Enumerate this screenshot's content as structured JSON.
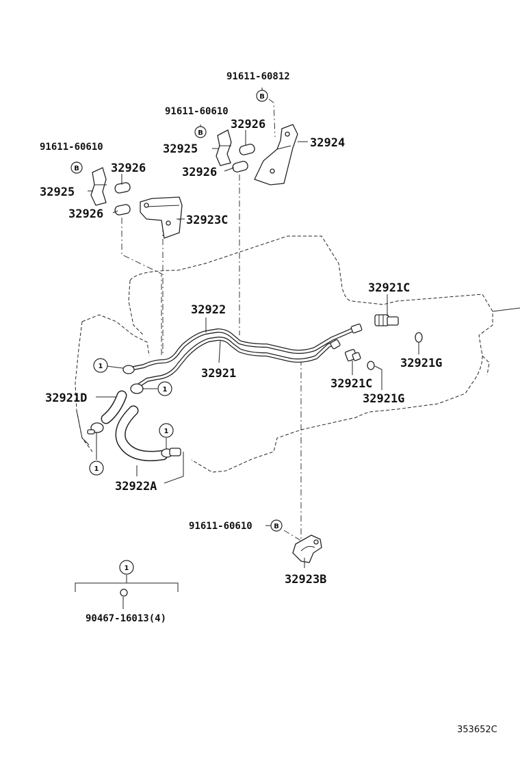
{
  "diagram": {
    "labels": {
      "bolt_top": "91611-60812",
      "bolt_mid": "91611-60610",
      "bolt_left": "91611-60610",
      "bolt_bottom": "91611-60610",
      "grommet_a": "32926",
      "grommet_b": "32926",
      "grommet_c": "32926",
      "grommet_d": "32926",
      "clamp_a": "32925",
      "clamp_b": "32925",
      "bracket_top": "32924",
      "bracket_c": "32923C",
      "tube_upper": "32922",
      "tube_lower": "32921",
      "union_a": "32921C",
      "union_b": "32921C",
      "gasket_a": "32921G",
      "gasket_b": "32921G",
      "hose_d": "32921D",
      "hose_a": "32922A",
      "bracket_b": "32923B",
      "clip_part": "90467-16013(4)",
      "ref_code": "353652C"
    },
    "markers": {
      "b_letter": "B",
      "clip_number": "1"
    }
  }
}
